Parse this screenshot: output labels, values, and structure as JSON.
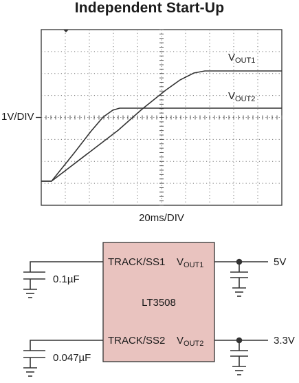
{
  "title": "Independent Start-Up",
  "scope": {
    "y_scale": "1V/DIV",
    "x_scale": "20ms/DIV",
    "traces": [
      {
        "label_main": "V",
        "label_sub": "OUT1"
      },
      {
        "label_main": "V",
        "label_sub": "OUT2"
      }
    ]
  },
  "circuit": {
    "chip_name": "LT3508",
    "pin_track_ss1": "TRACK/SS1",
    "pin_track_ss2": "TRACK/SS2",
    "pin_vout1_main": "V",
    "pin_vout1_sub": "OUT1",
    "pin_vout2_main": "V",
    "pin_vout2_sub": "OUT2",
    "cap1_value": "0.1µF",
    "cap2_value": "0.047µF",
    "out1_voltage": "5V",
    "out2_voltage": "3.3V",
    "chip_fill": "#e9c3bf"
  }
}
